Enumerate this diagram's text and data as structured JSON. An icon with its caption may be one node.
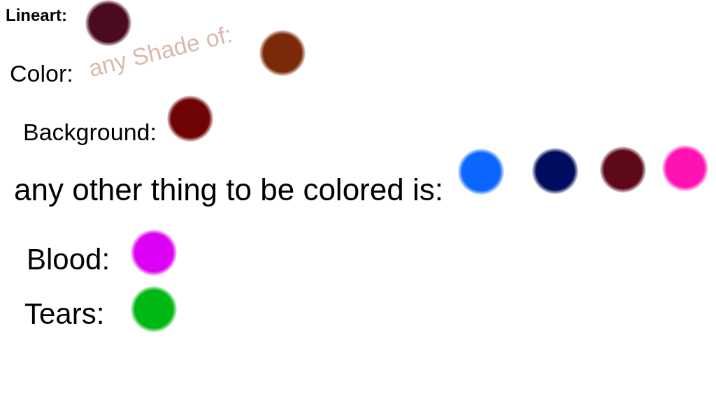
{
  "diagram": {
    "labels": [
      "any Shade of:"
    ],
    "legend": [
      {
        "text": "Lineart:",
        "color": "#4a0b1e"
      },
      {
        "text": "Color:",
        "color": "#7a2a08"
      },
      {
        "text": "Background:",
        "color": "#700303"
      },
      {
        "text": "any other thing to be colored is:",
        "color": "#0a66ff"
      },
      {
        "text": "Blood:",
        "color": "#dd00f6"
      },
      {
        "text": "Tears:",
        "color": "#00b812"
      }
    ]
  }
}
